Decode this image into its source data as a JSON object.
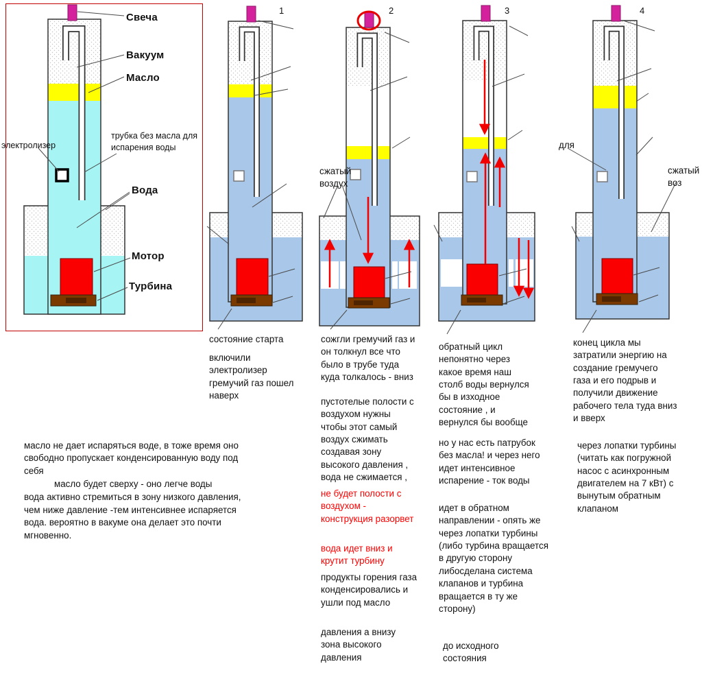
{
  "colors": {
    "cyan_water": "#a6f4f4",
    "blue_water": "#a9c7e8",
    "oil_yellow": "#ffff00",
    "spark_magenta": "#d4219c",
    "motor_red": "#fb0000",
    "turbine_brown": "#7a3a00",
    "arrow_red": "#f20000",
    "frame_red": "#c00000"
  },
  "main_diagram": {
    "labels": {
      "spark": "Свеча",
      "vacuum": "Вакуум",
      "oil": "Масло",
      "tube_note": "трубка без масла для испарения воды",
      "electrolyzer": "электролизер",
      "water": "Вода",
      "motor": "Мотор",
      "turbine": "Турбина"
    }
  },
  "stages": [
    {
      "number": "1",
      "captions": [
        "состояние старта",
        "включили электролизер гремучий газ пошел наверх"
      ]
    },
    {
      "number": "2",
      "side_label": "сжатый воздух",
      "captions": [
        "сожгли гремучий газ и он толкнул все что было в трубе туда куда толкалось - вниз",
        "пустотелые полости с воздухом нужны чтобы этот самый воздух сжимать создавая зону высокого давления , вода не сжимается ,",
        "не будет полости с воздухом - конструкция разорвет",
        "вода идет вниз и крутит турбину",
        "продукты горения газа конденсировались и ушли под масло",
        "давления  а внизу зона высокого давления"
      ]
    },
    {
      "number": "3",
      "captions": [
        "обратный цикл непонятно через какое время наш столб воды вернулся бы в изходное состояние , и вернулся бы вообще",
        "но у нас есть патрубок без масла! и через него идет интенсивное испарение  - ток воды",
        "идет в обратном направлении - опять же через лопатки турбины (либо турбина вращается в другую сторону  либосделана система клапанов и турбина вращается в ту же сторону)",
        "до исходного состояния"
      ]
    },
    {
      "number": "4",
      "side_label_left": "для",
      "side_label_right": "сжатый воз",
      "captions": [
        "конец цикла мы затратили энергию на создание гремучего газа и его подрыв  и получили движение рабочего тела туда вниз и вверх",
        "через лопатки турбины (читать как погружной насос с асинхронным двигателем на 7 кВт) с вынутым обратным клапаном"
      ]
    }
  ],
  "bottom_note": {
    "p1": "масло не дает испаряться воде, в тоже время  оно свободно пропускает конденсированную воду под себя",
    "p2": "масло будет сверху - оно легче воды",
    "p3": "вода активно стремиться в зону низкого давления, чем ниже давление -тем интенсивнее испаряется вода. вероятно в вакуме она делает это почти мгновенно."
  }
}
